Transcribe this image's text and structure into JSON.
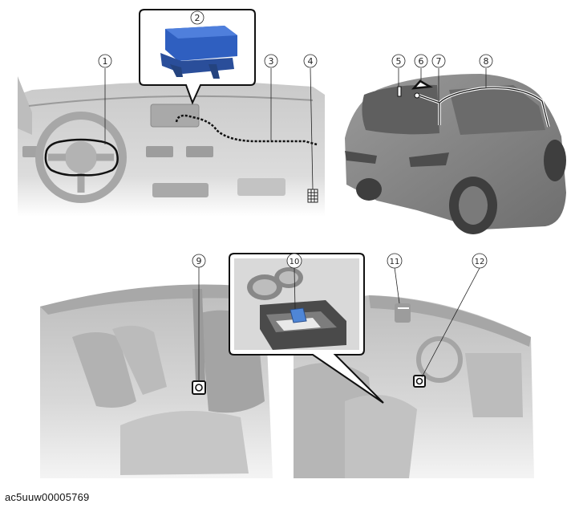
{
  "callouts": [
    {
      "id": "1",
      "label": "1"
    },
    {
      "id": "2",
      "label": "2"
    },
    {
      "id": "3",
      "label": "3"
    },
    {
      "id": "4",
      "label": "4"
    },
    {
      "id": "5",
      "label": "5"
    },
    {
      "id": "6",
      "label": "6"
    },
    {
      "id": "7",
      "label": "7"
    },
    {
      "id": "8",
      "label": "8"
    },
    {
      "id": "9",
      "label": "9"
    },
    {
      "id": "10",
      "label": "10"
    },
    {
      "id": "11",
      "label": "11"
    },
    {
      "id": "12",
      "label": "12"
    }
  ],
  "caption": "ac5uuw00005769",
  "colors": {
    "module_blue": "#2f5fc0",
    "line": "#1a1a1a",
    "body_gray": "#8c8c8c",
    "interior_gray": "#d6d6d6"
  }
}
